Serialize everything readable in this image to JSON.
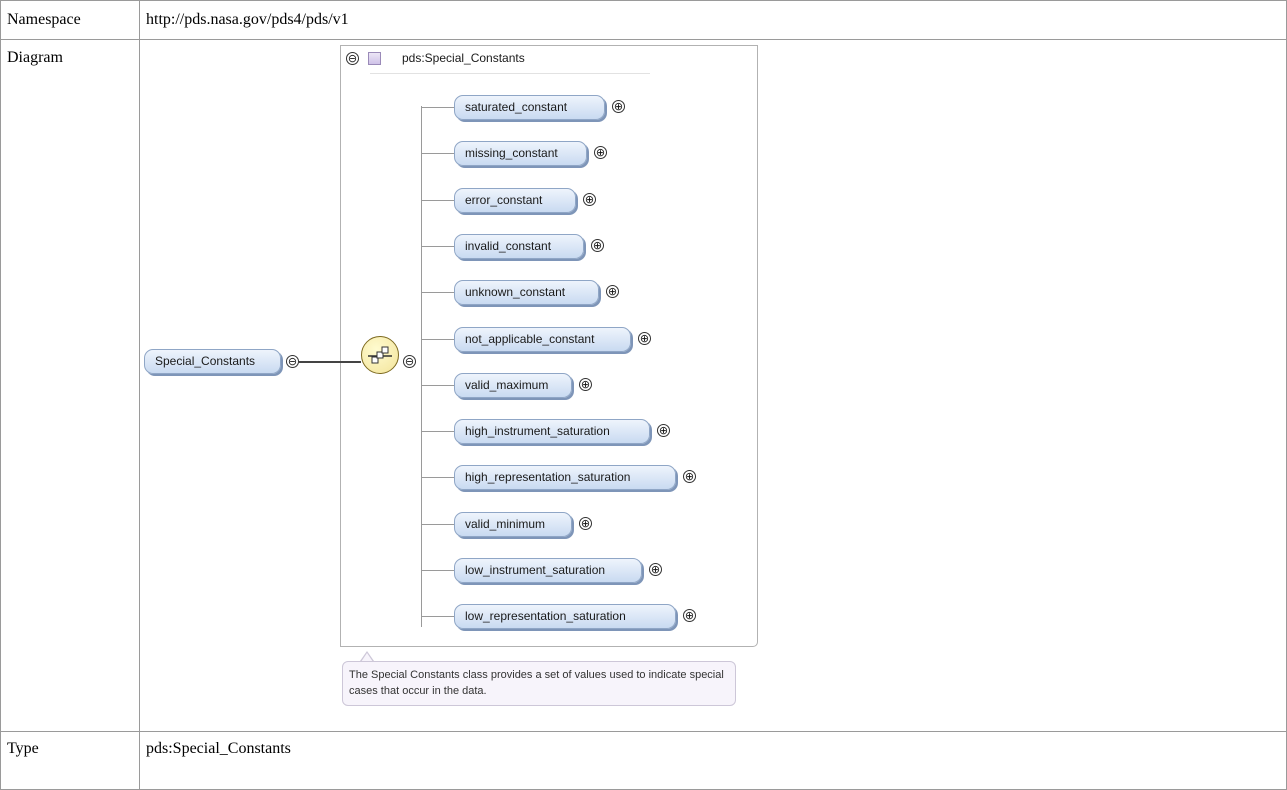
{
  "rows": {
    "namespace": {
      "key": "Namespace",
      "value": "http://pds.nasa.gov/pds4/pds/v1"
    },
    "diagram": {
      "key": "Diagram"
    },
    "type": {
      "key": "Type",
      "value": "pds:Special_Constants"
    }
  },
  "diagram": {
    "root": {
      "label": "Special_Constants",
      "toggle": "⊖"
    },
    "container_title": "pds:Special_Constants",
    "container_toggle": "⊖",
    "sequence_toggle": "⊖",
    "children": [
      {
        "label": "saturated_constant",
        "toggle": "⊕"
      },
      {
        "label": "missing_constant",
        "toggle": "⊕"
      },
      {
        "label": "error_constant",
        "toggle": "⊕"
      },
      {
        "label": "invalid_constant",
        "toggle": "⊕"
      },
      {
        "label": "unknown_constant",
        "toggle": "⊕"
      },
      {
        "label": "not_applicable_constant",
        "toggle": "⊕"
      },
      {
        "label": "valid_maximum",
        "toggle": "⊕"
      },
      {
        "label": "high_instrument_saturation",
        "toggle": "⊕"
      },
      {
        "label": "high_representation_saturation",
        "toggle": "⊕"
      },
      {
        "label": "valid_minimum",
        "toggle": "⊕"
      },
      {
        "label": "low_instrument_saturation",
        "toggle": "⊕"
      },
      {
        "label": "low_representation_saturation",
        "toggle": "⊕"
      }
    ],
    "annotation": "The Special Constants class provides a set of values used to indicate special cases that occur in the data.",
    "colors": {
      "node_fill": "#c9daf1",
      "node_border": "#8fa6c6",
      "sequence_fill": "#f3e49a",
      "container_border": "#b2b2b2",
      "callout_fill": "#f7f4fb"
    }
  }
}
